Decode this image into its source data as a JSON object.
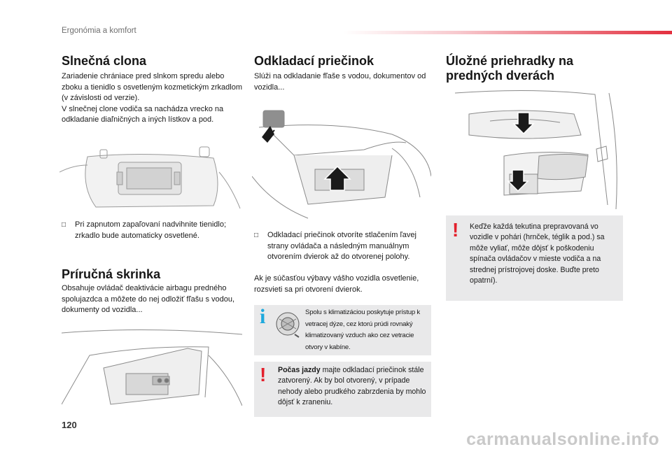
{
  "header": {
    "section": "Ergonómia a komfort"
  },
  "sun_visor": {
    "title": "Slnečná clona",
    "body": "Zariadenie chrániace pred slnkom spredu alebo zboku a tienidlo s osvetleným kozmetickým zrkadlom (v závislosti od verzie).\nV slnečnej clone vodiča sa nachádza vrecko na odkladanie diaľničných a iných lístkov a pod.",
    "bullet": "Pri zapnutom zapaľovaní nadvihnite tienidlo; zrkadlo bude automaticky osvetlené."
  },
  "glove_box": {
    "title": "Príručná skrinka",
    "body": "Obsahuje ovládač deaktivácie airbagu predného spolujazdca a môžete do nej odložiť fľašu s vodou, dokumenty od vozidla..."
  },
  "storage": {
    "title": "Odkladací priečinok",
    "body": "Slúži na odkladanie fľaše s vodou, dokumentov od vozidla...",
    "bullet": "Odkladací priečinok otvoríte stlačením ľavej strany ovládača a následným manuálnym otvorením dvierok až do otvorenej polohy.",
    "after_bullet": "Ak je súčasťou výbavy vášho vozidla osvetlenie, rozsvieti sa pri otvorení dvierok.",
    "info": "Spolu s klimatizáciou poskytuje prístup k vetracej dýze, cez ktorú prúdi rovnaký klimatizovaný vzduch ako cez vetracie otvory v kabíne.",
    "warning_bold": "Počas jazdy",
    "warning_rest": " majte odkladací priečinok stále zatvorený. Ak by bol otvorený, v prípade nehody alebo prudkého zabrzdenia by mohlo dôjsť k zraneniu."
  },
  "door_bins": {
    "title": "Úložné priehradky na predných dverách",
    "warning": "Keďže každá tekutina prepravovaná vo vozidle v pohári (hrnček, téglik a pod.) sa môže vyliať, môže dôjsť k poškodeniu spínača ovládačov v mieste vodiča a na strednej prístrojovej doske. Buďte preto opatrní)."
  },
  "footer": {
    "page_number": "120",
    "watermark": "carmanualsonline.info"
  },
  "icons": {
    "warning": "!",
    "info": "i",
    "bullet": ""
  },
  "colors": {
    "accent_red": "#e3202c",
    "info_blue": "#1ea9dd",
    "box_grey": "#e9e9ea"
  }
}
